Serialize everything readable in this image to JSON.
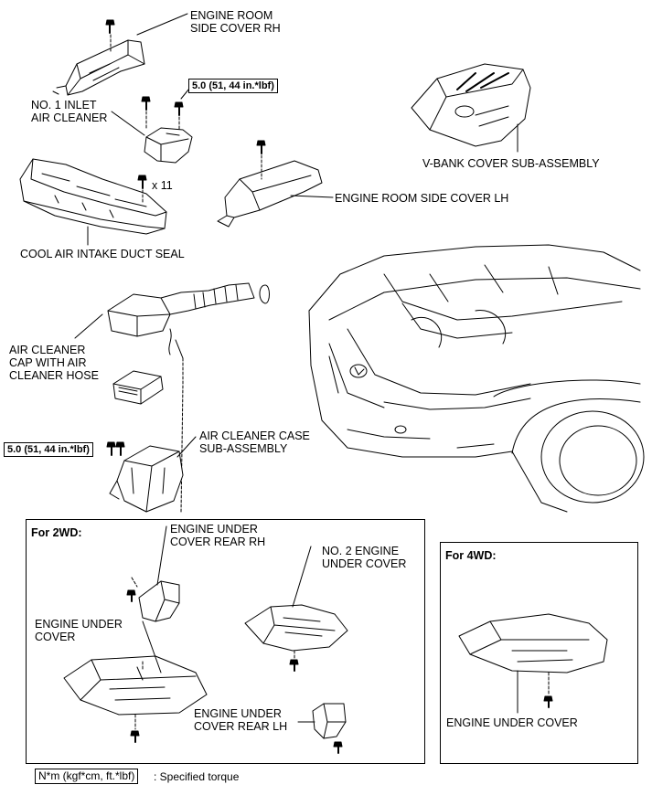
{
  "labels": {
    "engine_room_side_cover_rh_1": "ENGINE ROOM",
    "engine_room_side_cover_rh_2": "SIDE COVER RH",
    "no1_inlet_1": "NO. 1 INLET",
    "no1_inlet_2": "AIR CLEANER",
    "torque_top": "5.0 (51, 44 in.*lbf)",
    "vbank_cover": "V-BANK COVER SUB-ASSEMBLY",
    "qty_x11": "x 11",
    "engine_room_side_cover_lh": "ENGINE ROOM SIDE COVER LH",
    "cool_air_seal": "COOL AIR INTAKE DUCT SEAL",
    "air_cleaner_cap_1": "AIR CLEANER",
    "air_cleaner_cap_2": "CAP WITH AIR",
    "air_cleaner_cap_3": "CLEANER HOSE",
    "torque_left": "5.0 (51, 44 in.*lbf)",
    "air_cleaner_case_1": "AIR CLEANER CASE",
    "air_cleaner_case_2": "SUB-ASSEMBLY"
  },
  "panel_2wd": {
    "title": "For 2WD:",
    "under_cover_rear_rh_1": "ENGINE UNDER",
    "under_cover_rear_rh_2": "COVER REAR RH",
    "no2_under_cover_1": "NO. 2 ENGINE",
    "no2_under_cover_2": "UNDER COVER",
    "under_cover_1": "ENGINE UNDER",
    "under_cover_2": "COVER",
    "under_cover_rear_lh_1": "ENGINE UNDER",
    "under_cover_rear_lh_2": "COVER REAR LH"
  },
  "panel_4wd": {
    "title": "For 4WD:",
    "under_cover": "ENGINE UNDER COVER"
  },
  "legend": {
    "box": "N*m (kgf*cm, ft.*lbf)",
    "text": ": Specified torque"
  },
  "icons": [
    "bolt-icon",
    "lexus-emblem-icon"
  ],
  "colors": {
    "line": "#000000",
    "background": "#ffffff"
  }
}
